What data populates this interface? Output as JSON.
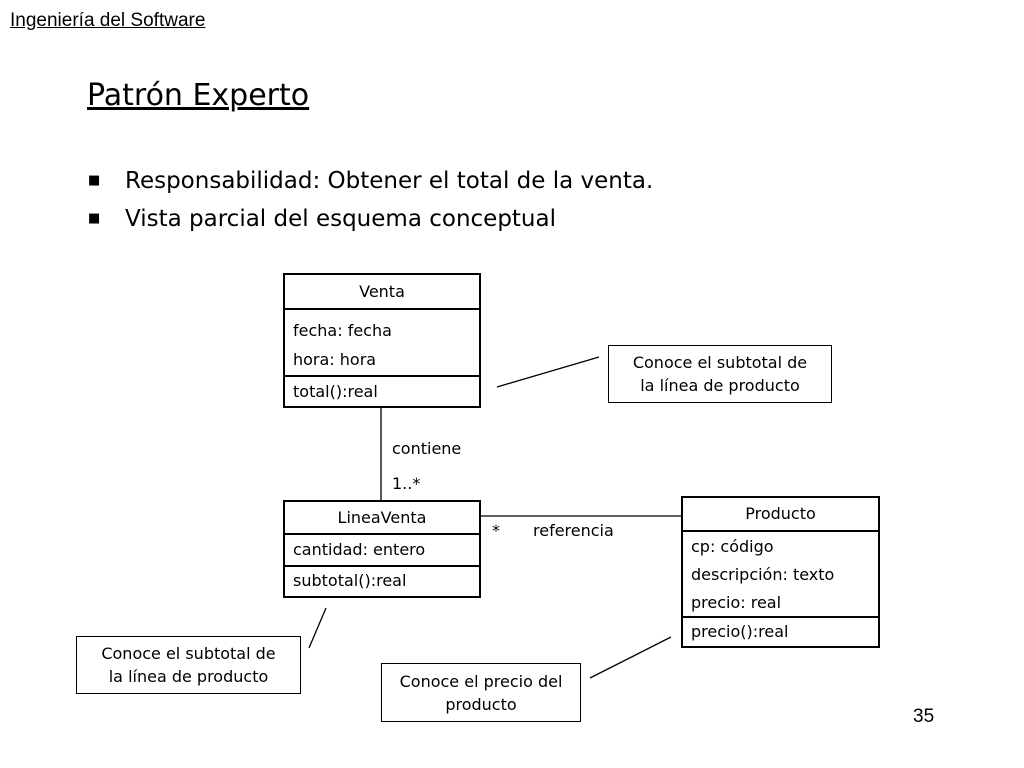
{
  "header": {
    "course": "Ingeniería del Software"
  },
  "slide": {
    "title": "Patrón Experto",
    "bullets": [
      "Responsabilidad: Obtener el total de la venta.",
      "Vista parcial del esquema conceptual"
    ],
    "page_number": "35"
  },
  "diagram": {
    "classes": {
      "venta": {
        "name": "Venta",
        "attributes": [
          "fecha: fecha",
          "hora: hora"
        ],
        "operations": [
          "total():real"
        ]
      },
      "lineaventa": {
        "name": "LineaVenta",
        "attributes": [
          "cantidad: entero"
        ],
        "operations": [
          "subtotal():real"
        ]
      },
      "producto": {
        "name": "Producto",
        "attributes": [
          "cp: código",
          "descripción: texto",
          "precio: real"
        ],
        "operations": [
          "precio():real"
        ]
      }
    },
    "associations": {
      "contiene": {
        "label": "contiene",
        "multiplicity": "1..*"
      },
      "referencia": {
        "label": "referencia",
        "multiplicity": "*"
      }
    },
    "notes": {
      "venta": [
        "Conoce el subtotal de",
        "la línea de producto"
      ],
      "lineaventa": [
        "Conoce el subtotal de",
        "la línea de producto"
      ],
      "producto": [
        "Conoce el precio del",
        "producto"
      ]
    }
  }
}
